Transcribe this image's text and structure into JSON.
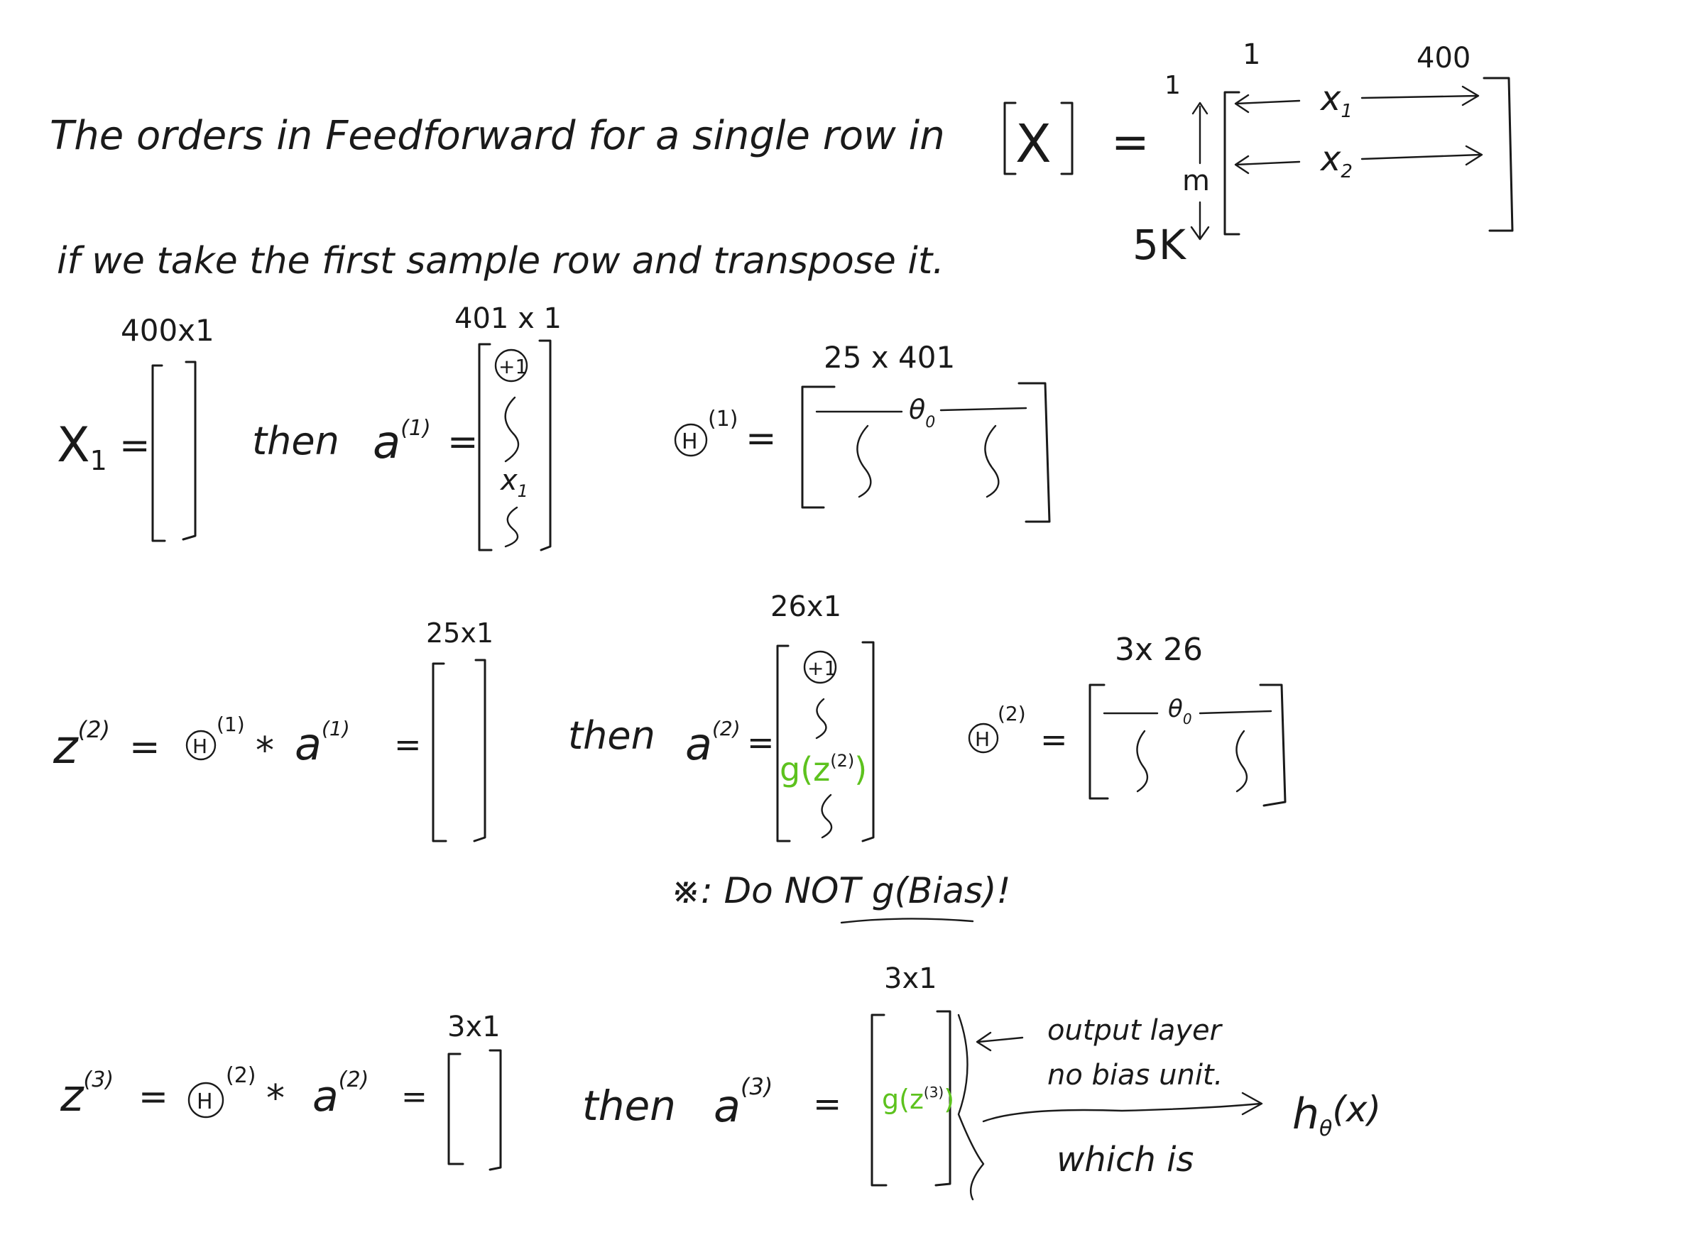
{
  "colors": {
    "ink": "#1a1a1a",
    "highlight": "#5dc21e",
    "paper": "#ffffff"
  },
  "header": {
    "line1_text": "The orders in Feedforward for a single row in",
    "x_symbol": "X",
    "equals": "=",
    "line2_text": "if we take the first sample row and transpose it."
  },
  "x_matrix": {
    "col_top": "1",
    "col_end": "400",
    "row_top": "1",
    "row_label": "m",
    "row_count": "5K",
    "row1": "x",
    "row1_sub": "1",
    "row2": "x",
    "row2_sub": "2"
  },
  "row1": {
    "x1_dim": "400x1",
    "x1_lhs": "X",
    "x1_sub": "1",
    "eq": "=",
    "then": "then",
    "a1_dim": "401 x 1",
    "a1_lhs": "a",
    "a1_sup": "(1)",
    "a1_bias": "+1",
    "a1_item": "x",
    "a1_item_sub": "1",
    "theta1_dim": "25 x 401",
    "theta_symbol": "H",
    "theta1_sup": "(1)",
    "theta1_row": "θ",
    "theta1_row_sub": "0"
  },
  "row2": {
    "z2_lhs": "z",
    "z2_sup": "(2)",
    "theta_sup": "(1)",
    "op": "*",
    "a_sup": "(1)",
    "z2_dim": "25x1",
    "then": "then",
    "a2_dim": "26x1",
    "a2_lhs": "a",
    "a2_sup": "(2)",
    "a2_bias": "+1",
    "a2_g": "g(z",
    "a2_g_sup": "(2)",
    "a2_g_close": ")",
    "theta2_dim": "3x 26",
    "theta2_sup": "(2)",
    "theta2_row": "θ",
    "theta2_row_sub": "0",
    "note": "※: Do NOT g(Bias)!"
  },
  "row3": {
    "z3_lhs": "z",
    "z3_sup": "(3)",
    "theta_sup": "(2)",
    "op": "*",
    "a_sup": "(2)",
    "z3_dim": "3x1",
    "then": "then",
    "a3_lhs": "a",
    "a3_sup": "(3)",
    "a3_dim": "3x1",
    "a3_g": "g(z",
    "a3_g_sup": "(3)",
    "a3_g_close": ")",
    "annot1": "output layer",
    "annot2": "no bias unit.",
    "which_is": "which is",
    "h_label": "h",
    "h_sub": "θ",
    "h_arg": "(x)"
  }
}
